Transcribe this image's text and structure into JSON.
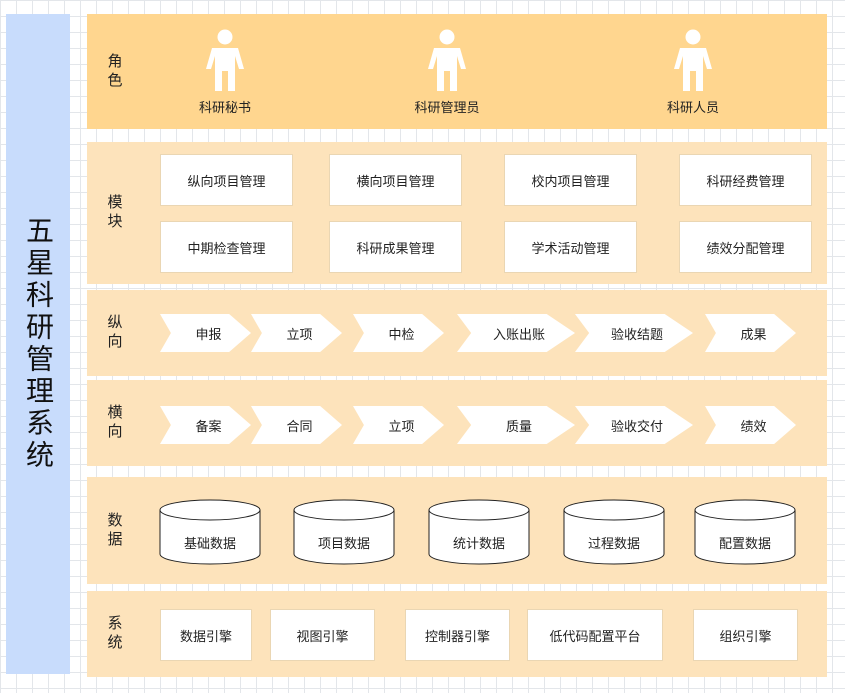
{
  "side_title": "五星科研管理系统",
  "rows": {
    "roles": {
      "label": "角色",
      "items": [
        "科研秘书",
        "科研管理员",
        "科研人员"
      ]
    },
    "modules": {
      "label": "模块",
      "items": [
        [
          "纵向项目管理",
          "横向项目管理",
          "校内项目管理",
          "科研经费管理"
        ],
        [
          "中期检查管理",
          "科研成果管理",
          "学术活动管理",
          "绩效分配管理"
        ]
      ]
    },
    "vertical": {
      "label": "纵向",
      "steps": [
        "申报",
        "立项",
        "中检",
        "入账出账",
        "验收结题",
        "成果"
      ]
    },
    "horizontal": {
      "label": "横向",
      "steps": [
        "备案",
        "合同",
        "立项",
        "质量",
        "验收交付",
        "绩效"
      ]
    },
    "data": {
      "label": "数据",
      "items": [
        "基础数据",
        "项目数据",
        "统计数据",
        "过程数据",
        "配置数据"
      ]
    },
    "system": {
      "label": "系统",
      "items": [
        "数据引擎",
        "视图引擎",
        "控制器引擎",
        "低代码配置平台",
        "组织引擎"
      ]
    }
  },
  "colors": {
    "side_panel": "#c8dcfc",
    "role_band": "#ffd68f",
    "band": "#fde3bb",
    "box_fill": "#ffffff"
  }
}
